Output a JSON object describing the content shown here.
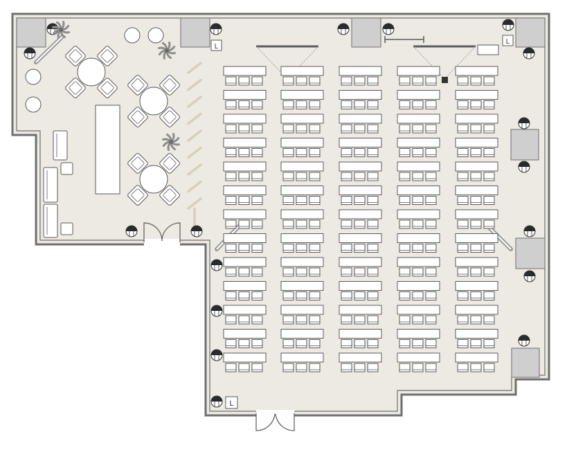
{
  "floorplan": {
    "colors": {
      "floor": "#ede9e3",
      "wall": "#6f6f6f",
      "column": "#cfcfcf",
      "furniture_line": "#5a5a5a",
      "partition": "#d8cfbc",
      "plant": "#8e8e8e",
      "white": "#ffffff"
    },
    "labels": {
      "lectern_a": "L",
      "lectern_b": "L",
      "lectern_c": "L"
    },
    "icons": [
      "wall-light-icon",
      "plant-icon",
      "door-swing-icon",
      "projector-icon",
      "projection-screen-icon",
      "lectern-icon",
      "armchair-icon",
      "speaker-icon"
    ],
    "classroom": {
      "columns": 5,
      "rows": 13,
      "chairs_per_table": 3
    },
    "lounge": {
      "round_tables": 3,
      "armchairs_per_table": 4,
      "sofas": 3,
      "side_tables": 2,
      "buffet_tables": 1,
      "plants": 3,
      "small_round_tables": 4
    }
  }
}
